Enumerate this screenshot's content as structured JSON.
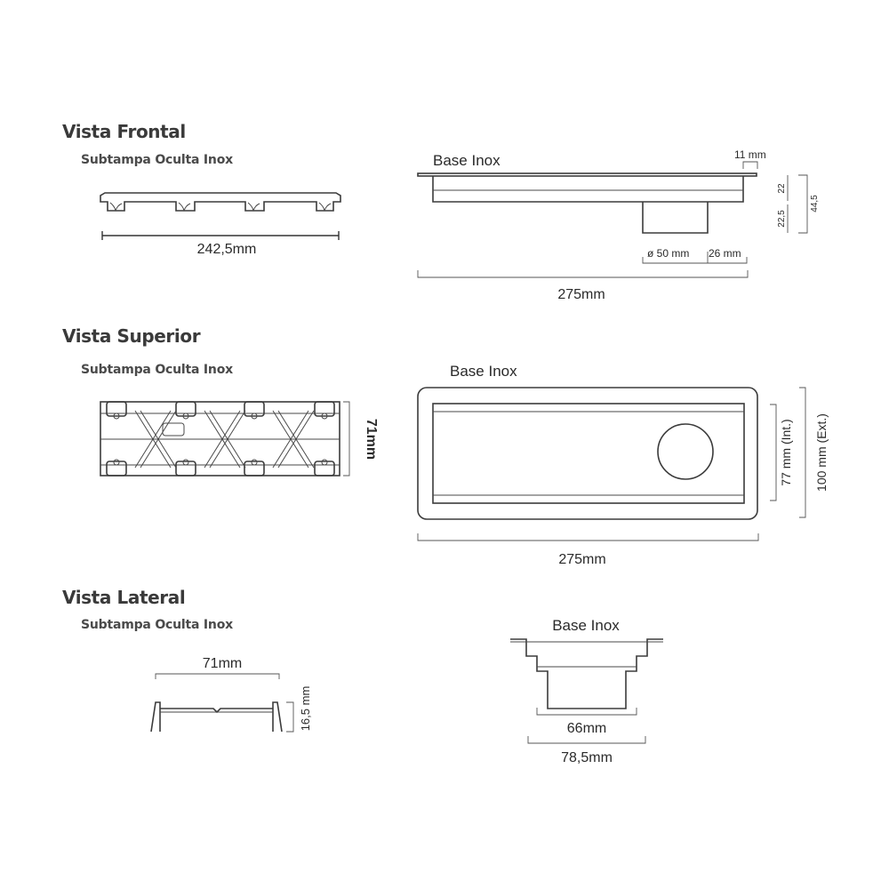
{
  "frontal": {
    "title": "Vista Frontal",
    "subtitle": "Subtampa Oculta Inox",
    "subtampa_width": "242,5mm",
    "base_label": "Base Inox",
    "dim_flange": "11 mm",
    "dim_22": "22",
    "dim_22_5": "22,5",
    "dim_44_5": "44,5",
    "dim_outlet": "ø 50 mm",
    "dim_26": "26 mm",
    "base_width": "275mm"
  },
  "superior": {
    "title": "Vista Superior",
    "subtitle": "Subtampa Oculta Inox",
    "subtampa_depth": "71mm",
    "base_label": "Base Inox",
    "dim_int": "77 mm (Int.)",
    "dim_ext": "100 mm (Ext.)",
    "base_width": "275mm"
  },
  "lateral": {
    "title": "Vista Lateral",
    "subtitle": "Subtampa Oculta Inox",
    "subtampa_width": "71mm",
    "subtampa_height": "16,5 mm",
    "base_label": "Base Inox",
    "dim_inner": "66mm",
    "dim_outer": "78,5mm"
  },
  "colors": {
    "line": "#3b3b3b",
    "text": "#2a2a2a",
    "title": "#3a3a3a"
  }
}
